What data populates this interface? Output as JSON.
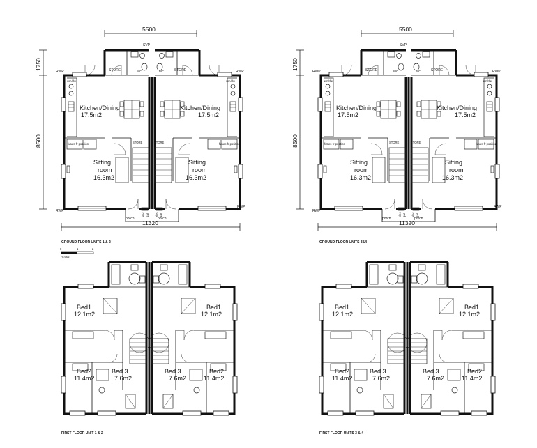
{
  "ground_floor": {
    "overall_width": "11320",
    "unit_width": "5500",
    "depth": "8500",
    "rear_projection": "1750",
    "svp_label": "SVP",
    "rwp_label": "RWP",
    "store_label": "STORE",
    "wc_label": "WC",
    "kitchen_name": "Kitchen/Dining",
    "kitchen_area": "17.5m2",
    "sitting_name_1": "Sitting",
    "sitting_name_2": "room",
    "sitting_area": "16.3m2",
    "fridge_label": "future fr position",
    "appliance_label": "wm/dw",
    "porch_label": "porch",
    "meter_labels": [
      "elec",
      "gas"
    ]
  },
  "first_floor": {
    "bed1_name": "Bed1",
    "bed1_area": "12.1m2",
    "bed2_name": "Bed2",
    "bed2_area": "11.4m2",
    "bed3_name": "Bed 3",
    "bed3_area": "7.6m2"
  },
  "titles": {
    "ground_a": "GROUND FLOOR UNITS 1 & 2",
    "ground_b": "GROUND FLOOR UNITS 3&4",
    "first_a": "FIRST FLOOR UNIT 1 & 2",
    "first_b": "FIRST FLOOR UNITS 3 & 4"
  },
  "scale_bar": {
    "ticks": [
      "0",
      "1",
      "2"
    ],
    "unit": "1 mtrs"
  }
}
